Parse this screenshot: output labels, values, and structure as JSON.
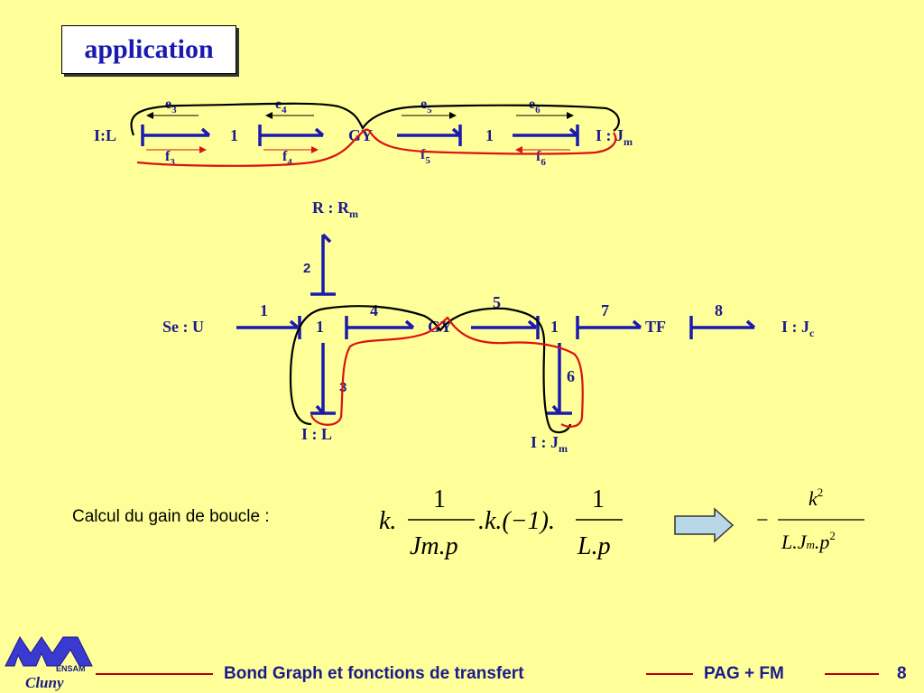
{
  "slide": {
    "title": "application",
    "calc_label": "Calcul du gain de boucle :",
    "footer": {
      "title": "Bond Graph et fonctions de transfert",
      "author": "PAG + FM",
      "page": "8"
    },
    "logo": {
      "text_ensam": "ENSAM",
      "text_cluny": "Cluny"
    }
  },
  "top_graph": {
    "left_element": "I:L",
    "junction1": "1",
    "gyrator": "GY",
    "junction2": "1",
    "right_element": "I : J",
    "right_element_sub": "m",
    "efforts": [
      "e",
      "e",
      "e",
      "e"
    ],
    "effort_subs": [
      "3",
      "4",
      "5",
      "6"
    ],
    "flows": [
      "f",
      "f",
      "f",
      "f"
    ],
    "flow_subs": [
      "3",
      "4",
      "5",
      "6"
    ]
  },
  "main_graph": {
    "resistor": "R : R",
    "resistor_sub": "m",
    "source": "Se : U",
    "junction_a": "1",
    "gyrator": "GY",
    "junction_b": "1",
    "transformer": "TF",
    "load": "I : J",
    "load_sub": "c",
    "inductor": "I : L",
    "inertia": "I : J",
    "inertia_sub": "m",
    "bond_numbers": [
      "1",
      "2",
      "3",
      "4",
      "5",
      "6",
      "7",
      "8"
    ]
  },
  "formula": {
    "k1": "k.",
    "num1": "1",
    "den1": "Jm.p",
    "middle": ".k.(−1).",
    "num2": "1",
    "den2": "L.p",
    "result_sign": "−",
    "result_num": "k",
    "result_num_exp": "2",
    "result_den": "L.J",
    "result_den_sub": "m",
    "result_den_tail": ".p",
    "result_den_exp": "2"
  },
  "colors": {
    "background": "#ffff99",
    "bond_blue": "#1a1ab0",
    "loop_red": "#dd1111",
    "loop_black": "#000000",
    "footer_line": "#c00000"
  }
}
